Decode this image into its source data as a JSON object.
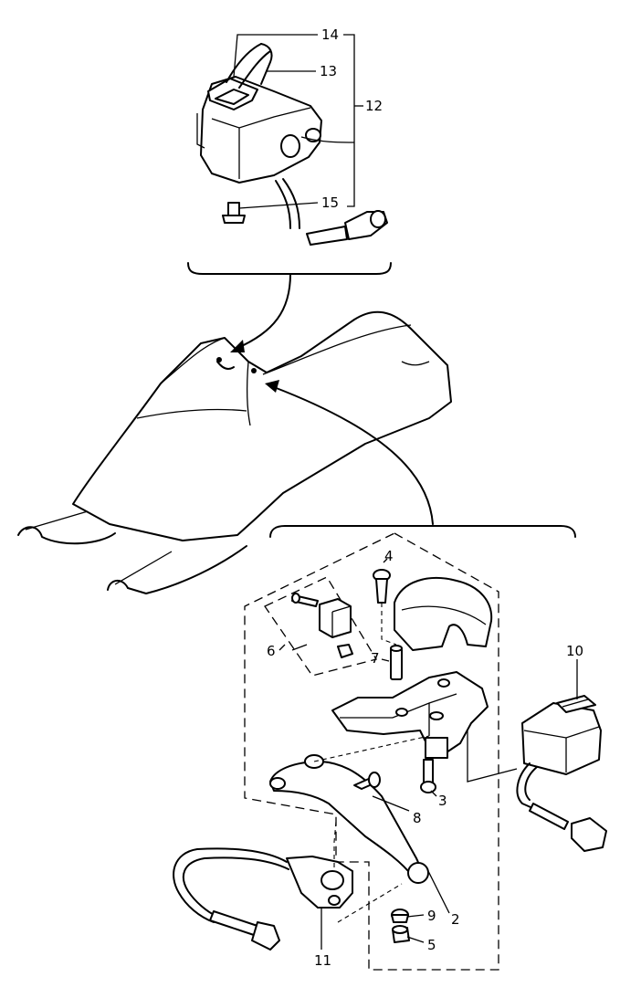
{
  "callouts": {
    "c14": "14",
    "c13": "13",
    "c12": "12",
    "c15": "15",
    "c4": "4",
    "c6": "6",
    "c7": "7",
    "c10": "10",
    "c8": "8",
    "c3": "3",
    "c9": "9",
    "c2": "2",
    "c5": "5",
    "c11": "11"
  }
}
